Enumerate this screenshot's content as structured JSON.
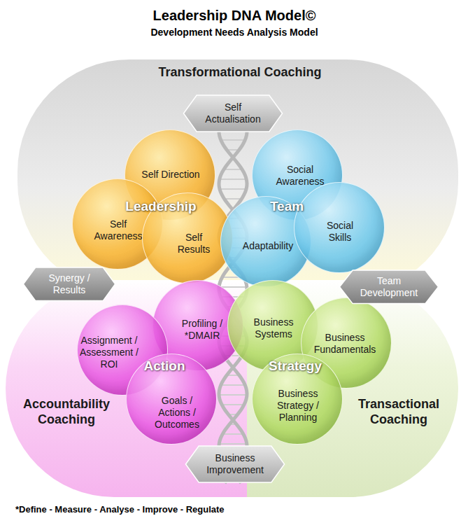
{
  "diagram": {
    "title": "Leadership DNA Model©",
    "nodes": [
      {
        "text": [
          "Transformational Coaching"
        ]
      },
      {
        "text": [
          "Self Actualisation"
        ],
        "in": 0
      },
      {
        "text": [
          "Self Direction"
        ],
        "in": 0
      },
      {
        "text": [
          "Social Awareness"
        ],
        "in": 0
      },
      {
        "text": [
          "Self Awareness"
        ],
        "in": 0
      },
      {
        "text": [
          "Self Results"
        ],
        "in": 0
      },
      {
        "text": [
          "Adaptability"
        ],
        "in": 0
      },
      {
        "text": [
          "Social Skills"
        ],
        "in": 0
      },
      {
        "text": [
          "Synergy / Results"
        ]
      },
      {
        "text": [
          "Team Development"
        ]
      },
      {
        "text": [
          "Accountability Coaching"
        ]
      },
      {
        "text": [
          "Profiling / *DMAIR"
        ],
        "in": 10
      },
      {
        "text": [
          "Assignment / Assessment / ROI"
        ],
        "in": 10
      },
      {
        "text": [
          "Goals / Actions / Outcomes"
        ],
        "in": 10
      },
      {
        "text": [
          "Transactional Coaching"
        ]
      },
      {
        "text": [
          "Business Systems"
        ],
        "in": 14
      },
      {
        "text": [
          "Business Fundamentals"
        ],
        "in": 14
      },
      {
        "text": [
          "Business Strategy / Planning"
        ],
        "in": 14
      },
      {
        "text": [
          "Business Improvement"
        ]
      }
    ],
    "labels": [
      "Development Needs Analysis Model",
      "Leadership",
      "Team",
      "Action",
      "Strategy",
      "*Define - Measure - Analyse - Improve - Regulate"
    ]
  }
}
